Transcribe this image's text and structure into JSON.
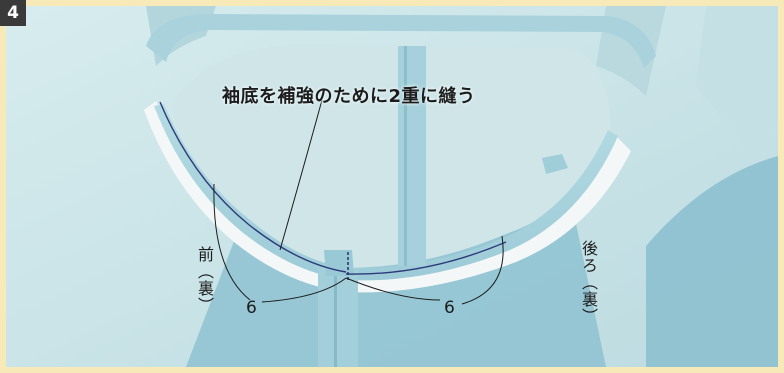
{
  "step_number": "4",
  "annotation": "袖底を補強のために2重に縫う",
  "labels": {
    "front": "前（裏）",
    "back": "後ろ（裏）"
  },
  "measurements": {
    "left": "6",
    "right": "6"
  },
  "colors": {
    "page_background": "#f7eab8",
    "fabric_light": "#cfe6e9",
    "fabric_dark": "#7fb8c9",
    "stitch_line": "#2d3a7a"
  }
}
